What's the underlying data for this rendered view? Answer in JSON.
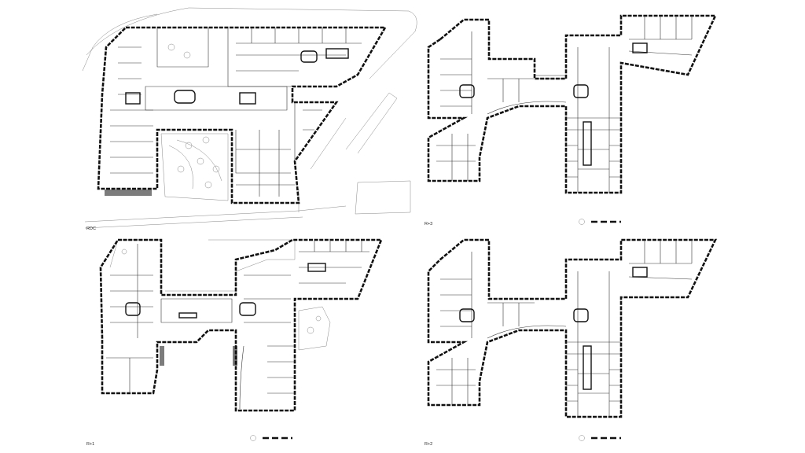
{
  "sheet": {
    "background": "#ffffff",
    "line_color": "#111111"
  },
  "plans": [
    {
      "id": "ground",
      "label": "RDC"
    },
    {
      "id": "level1",
      "label": "R+1"
    },
    {
      "id": "level2",
      "label": "R+2"
    },
    {
      "id": "level3",
      "label": "R+3"
    }
  ],
  "scale_bar": {
    "icon": "north-arrow-circle-icon"
  }
}
